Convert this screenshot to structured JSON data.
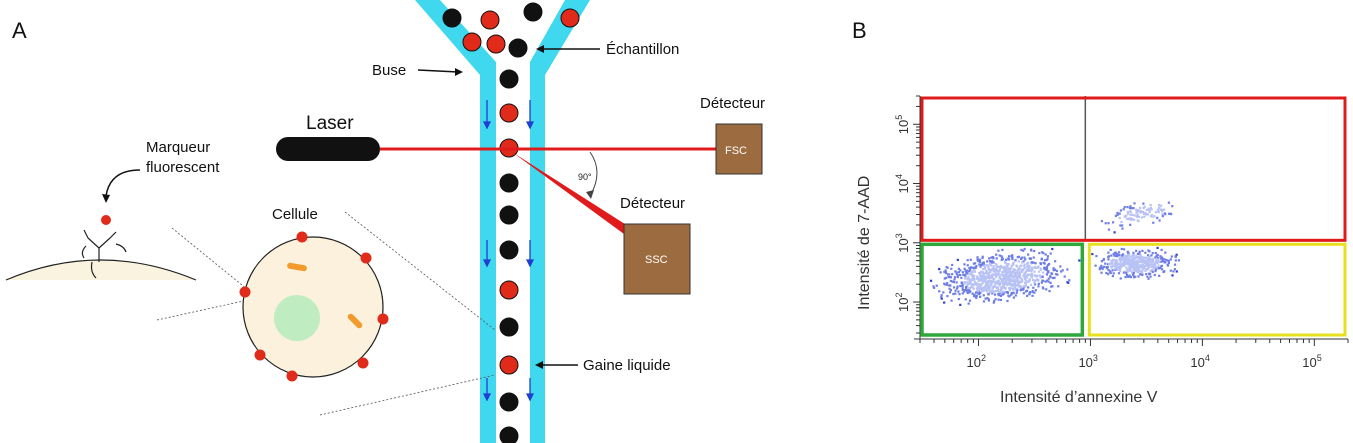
{
  "panel_a": {
    "letter": "A",
    "laser": "Laser",
    "sample": "Échantillon",
    "nozzle": "Buse",
    "detector_fsc_title": "Détecteur",
    "fsc": "FSC",
    "detector_ssc_title": "Détecteur",
    "ssc": "SSC",
    "angle": "90°",
    "marker_line1": "Marqueur",
    "marker_line2": "fluorescent",
    "cell": "Cellule",
    "sheath": "Gaine liquide"
  },
  "panel_b": {
    "letter": "B",
    "y_label": "Intensité de 7-AAD",
    "x_label": "Intensité d’annexine V"
  },
  "colors": {
    "sheath": "#3fd8ef",
    "laser_beam": "#e01b1b",
    "cell_red": "#e02a1a",
    "cell_black": "#111111",
    "detector_box": "#9c6b3f",
    "gate_red": "#e01b1b",
    "gate_green": "#2ea83a",
    "gate_yellow": "#e8e01e",
    "dots": "#3a4fd8"
  },
  "chart_data": {
    "type": "scatter",
    "title": "",
    "xlabel": "Intensité d’annexine V",
    "ylabel": "Intensité de 7-AAD",
    "x_scale": "log",
    "y_scale": "log",
    "xlim": [
      30,
      200000
    ],
    "ylim": [
      30,
      300000
    ],
    "x_ticks": [
      {
        "value": 100,
        "base": "10",
        "exp": "2"
      },
      {
        "value": 1000,
        "base": "10",
        "exp": "3"
      },
      {
        "value": 10000,
        "base": "10",
        "exp": "4"
      },
      {
        "value": 100000,
        "base": "10",
        "exp": "5"
      }
    ],
    "y_ticks": [
      {
        "value": 100,
        "base": "10",
        "exp": "2"
      },
      {
        "value": 1000,
        "base": "10",
        "exp": "3"
      },
      {
        "value": 10000,
        "base": "10",
        "exp": "4"
      },
      {
        "value": 100000,
        "base": "10",
        "exp": "5"
      }
    ],
    "quadrant_split": {
      "x": 900,
      "y": 1100
    },
    "populations": [
      {
        "x_range": [
          35,
          800
        ],
        "y_range": [
          70,
          1000
        ],
        "density": "high"
      },
      {
        "x_range": [
          900,
          7000
        ],
        "y_range": [
          200,
          1000
        ],
        "density": "medium"
      },
      {
        "x_range": [
          1000,
          8000
        ],
        "y_range": [
          1500,
          6000
        ],
        "density": "low"
      }
    ],
    "gates": [
      "red",
      "green",
      "yellow"
    ]
  }
}
